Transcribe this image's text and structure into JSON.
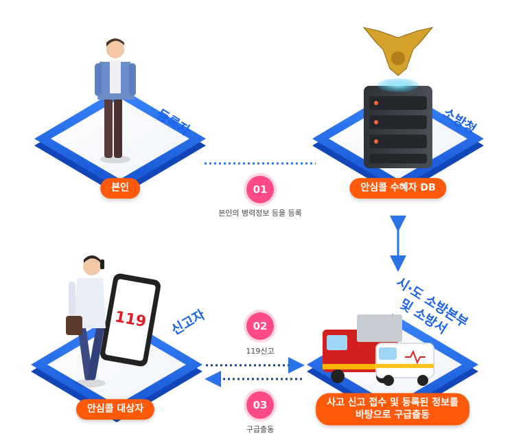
{
  "nodes": {
    "registrant": {
      "label": "본인",
      "title": "등록자"
    },
    "fire_agency": {
      "label": "안심콜 수혜자 DB",
      "title": "소방청"
    },
    "reporter": {
      "label": "안심콜 대상자",
      "title": "신고자"
    },
    "local_hq": {
      "label_line1": "사고 신고 접수 및 등록된 정보를",
      "label_line2": "바탕으로 구급출동",
      "title_line1": "시·도 소방본부",
      "title_line2": "및 소방서"
    }
  },
  "steps": [
    {
      "number": "01",
      "text": "본인의 병력정보 등을 등록"
    },
    {
      "number": "02",
      "text": "119신고"
    },
    {
      "number": "03",
      "text": "구급출동"
    }
  ],
  "tablet_logo": "119",
  "colors": {
    "platform_blue": "#1a63e8",
    "label_orange": "#ff5a0a",
    "step_pink": "#ff4a8a",
    "connector_blue": "#2a74e8"
  }
}
